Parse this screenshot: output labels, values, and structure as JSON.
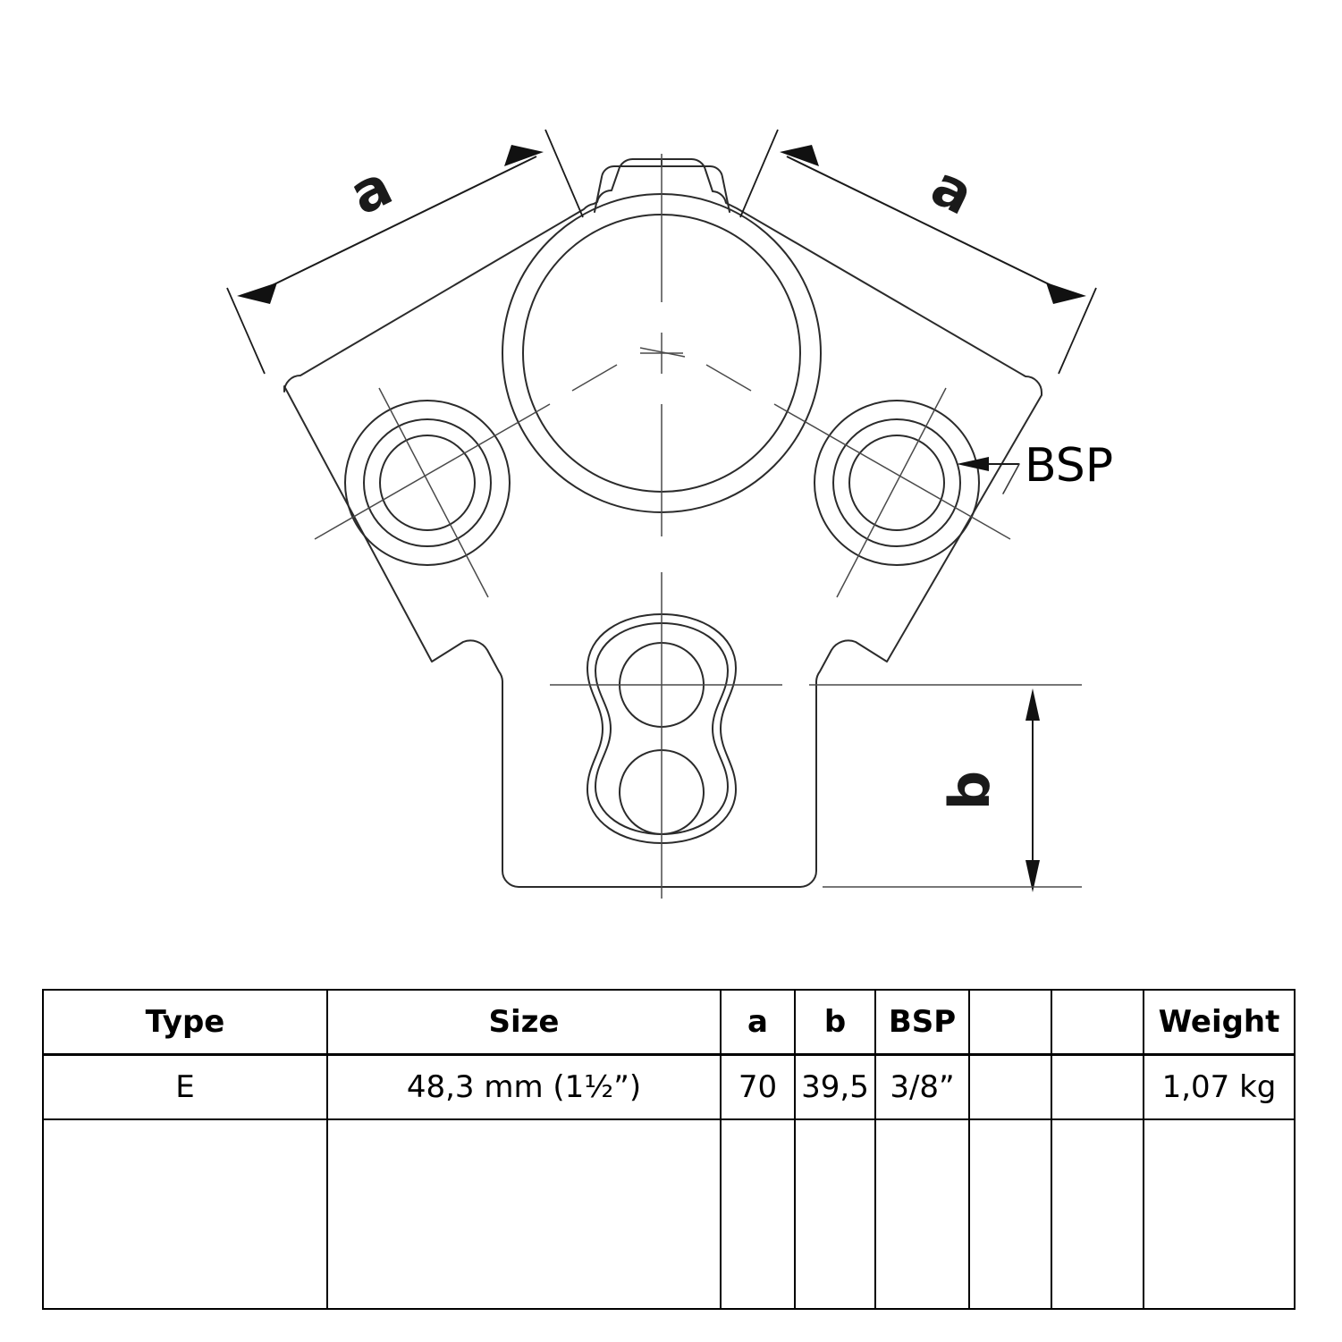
{
  "drawing": {
    "title": "three-way-pipe-clamp-fitting-drawing",
    "dimension_labels": {
      "a_left": "a",
      "a_right": "a",
      "b": "b",
      "bsp": "BSP"
    },
    "line_color": "#2b2b2b",
    "background": "#ffffff"
  },
  "table": {
    "headers": [
      "Type",
      "Size",
      "a",
      "b",
      "BSP",
      "",
      "",
      "Weight"
    ],
    "rows": [
      [
        "E",
        "48,3 mm (1½”)",
        "70",
        "39,5",
        "3/8”",
        "",
        "",
        "1,07 kg"
      ]
    ]
  }
}
